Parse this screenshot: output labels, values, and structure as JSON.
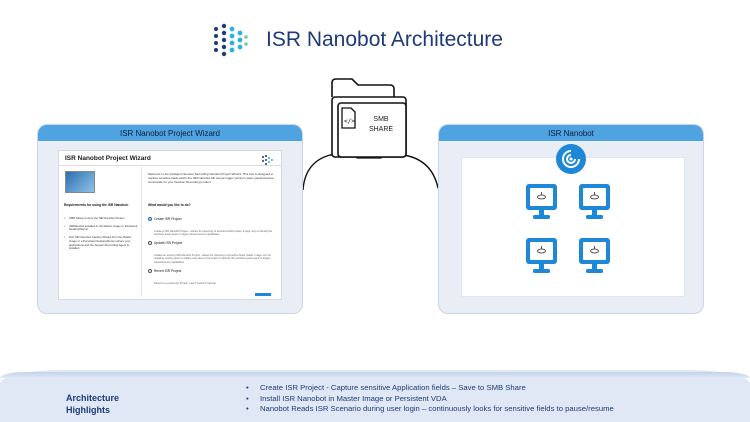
{
  "title": "ISR Nanobot Architecture",
  "left_panel": {
    "header": "ISR Nanobot Project Wizard",
    "wizard": {
      "title": "ISR Nanobot Project Wizard",
      "requirements_title": "Requirements for using the ISR Nanobot:",
      "requirements": [
        "SMB Share to store the ISR Nanobot Project",
        "ISRNanobot installed in the Master Image or Persistent Desktop/Server",
        "Run ISR Nanobot Capture Wizard from the Master Image or a Persistent Desktop/Server where your applications and the Session Recording Agent is installed"
      ],
      "welcome": "Welcome to the Intelligent Session Recording Nanobot Project Wizard. This tool is designed to capture sensitive fields which the ISR Nanobot will use as trigger points to issue pause/resume commands for your Session Recording product.",
      "question": "What would you like to do?",
      "options": [
        {
          "label": "Create ISR Project",
          "selected": true,
          "description": "Create a ISR Nanobot Project - Allows for capturing of sensitive fields (Label, Image, etc) to identify the sensitive areas apps to trigger pause/resume capabilities."
        },
        {
          "label": "Update ISR Project",
          "selected": false,
          "description": "Update an existing ISR Nanobot Project - Allows for capturing of sensitive fields (Label, Image, etc) for updating existing apps or adding new sites to the project to identify the sensitive areas apps to trigger pause/resume capabilities."
        },
        {
          "label": "Revert ISR Project",
          "selected": false,
          "description": "Revert to a previously Project. Last 5 saved in backup."
        }
      ]
    }
  },
  "right_panel": {
    "header": "ISR Nanobot"
  },
  "smb_share": {
    "label_line1": "SMB",
    "label_line2": "SHARE"
  },
  "footer": {
    "title_line1": "Architecture",
    "title_line2": "Highlights",
    "items": [
      "Create ISR Project  - Capture sensitive Application fields – Save to SMB Share",
      "Install ISR Nanobot in Master Image or Persistent VDA",
      "Nanobot Reads ISR Scenario during user login – continuously looks for sensitive fields to pause/resume"
    ]
  },
  "colors": {
    "accent": "#1e88d8",
    "panel_header": "#4ea3e0",
    "title": "#1e3a78",
    "footer_bg": "#dfe8f4"
  }
}
